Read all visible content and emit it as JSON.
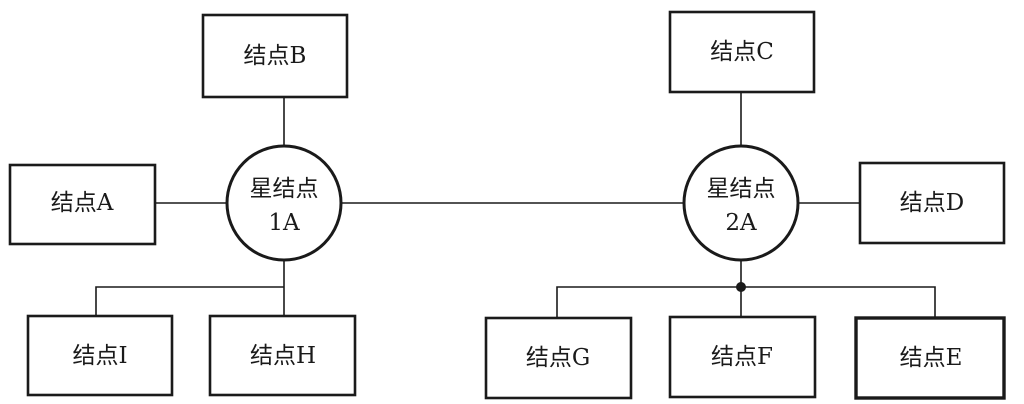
{
  "nodes": {
    "A": "结点A",
    "B": "结点B",
    "C": "结点C",
    "D": "结点D",
    "E": "结点E",
    "F": "结点F",
    "G": "结点G",
    "H": "结点H",
    "I": "结点I"
  },
  "hubs": {
    "h1": {
      "line1": "星结点",
      "line2": "1A"
    },
    "h2": {
      "line1": "星结点",
      "line2": "2A"
    }
  }
}
